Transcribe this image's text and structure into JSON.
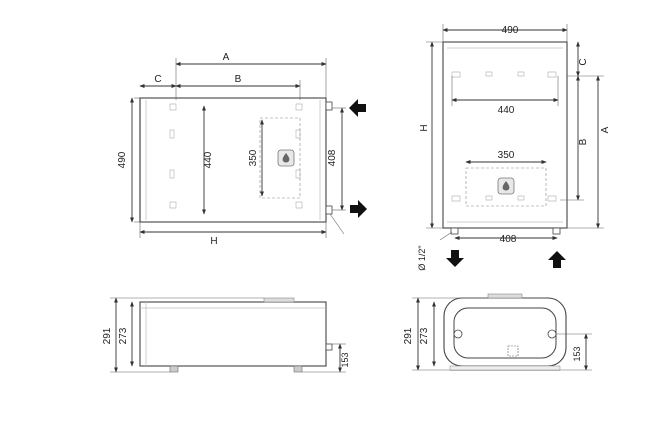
{
  "views": {
    "horizontal_front": {
      "labels": {
        "A": "A",
        "B": "B",
        "C": "C",
        "height": "490",
        "bracket": "440",
        "panel": "350",
        "pipes": "408",
        "length": "H"
      }
    },
    "vertical_front": {
      "labels": {
        "width": "490",
        "C": "C",
        "bracket": "440",
        "B": "B",
        "A": "A",
        "length": "H",
        "panel": "350",
        "pipes": "408",
        "thread": "Ø 1/2\""
      }
    },
    "horizontal_side": {
      "labels": {
        "total": "291",
        "body": "273",
        "pipe_height": "153"
      }
    },
    "vertical_side": {
      "labels": {
        "total": "291",
        "body": "273",
        "pipe_height": "153"
      }
    }
  },
  "arrows": {
    "inlet_color": "#111111",
    "outlet_color": "#111111"
  }
}
